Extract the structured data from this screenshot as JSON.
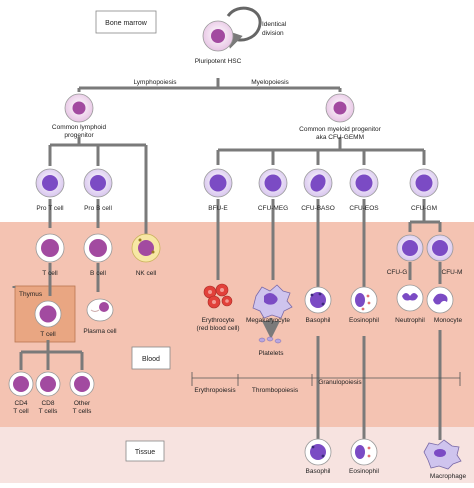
{
  "zones": {
    "bone_marrow": "Bone marrow",
    "blood": "Blood",
    "tissue": "Tissue"
  },
  "colors": {
    "marrow_bg": "#ffffff",
    "blood_bg": "#f4c3b2",
    "tissue_bg": "#f7e3e0",
    "thymus_box": "#e8a27a",
    "stem_fill": "#f2dcee",
    "lymph_nucleus": "#a24aa0",
    "myeloid_fill": "#e9d3ef",
    "myeloid_nucleus": "#7b4bc4",
    "nk_fill": "#f7e7a4",
    "rbc": "#e2413a",
    "arrow": "#7a7a7a"
  },
  "stem": {
    "hsc": "Pluripotent HSC",
    "self_renewal": "Identical division",
    "lymphopoiesis": "Lymphopoiesis",
    "myelopoiesis": "Myelopoiesis"
  },
  "lymphoid": {
    "progenitor": "Common lymphoid progenitor",
    "pro_t": "Pro T cell",
    "pro_b": "Pro B cell",
    "t_cell": "T cell",
    "b_cell": "B cell",
    "nk_cell": "NK cell",
    "thymus": "Thymus",
    "thymus_t_cell": "T cell",
    "plasma_cell": "Plasma cell",
    "cd4": "CD4 T cell",
    "cd8": "CD8 T cells",
    "other": "Other T cells"
  },
  "myeloid": {
    "progenitor": "Common myeloid progenitor aka CFU-GEMM",
    "bfu_e": "BFU-E",
    "cfu_meg": "CFU-MEG",
    "cfu_baso": "CFU-BASO",
    "cfu_eos": "CFU-EOS",
    "cfu_gm": "CFU-GM",
    "cfu_g": "CFU-G",
    "cfu_m": "CFU-M",
    "erythrocyte": "Erythrocyte (red blood cell)",
    "megakaryocyte": "Megakaryocyte",
    "platelets": "Platelets",
    "basophil_blood": "Basophil",
    "eosinophil_blood": "Eosinophil",
    "neutrophil": "Neutrophil",
    "monocyte": "Monocyte",
    "basophil_tissue": "Basophil",
    "eosinophil_tissue": "Eosinophil",
    "macrophage": "Macrophage"
  },
  "lineages": {
    "erythropoiesis": "Erythropoiesis",
    "thrombopoiesis": "Thrombopoiesis",
    "granulopoiesis": "Granulopoiesis"
  }
}
